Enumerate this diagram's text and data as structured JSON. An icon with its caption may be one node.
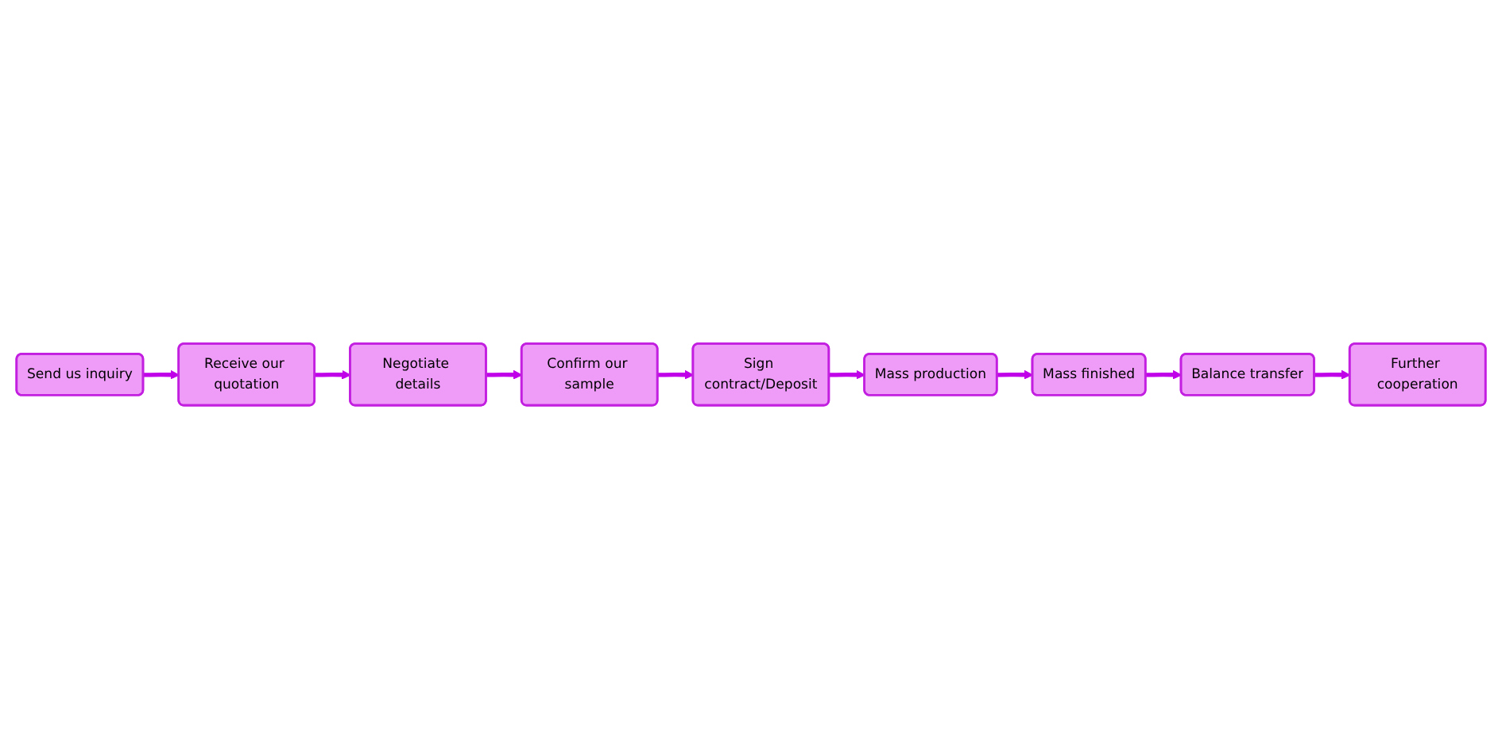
{
  "diagram": {
    "nodes": [
      {
        "text": [
          "Send us inquiry"
        ]
      },
      {
        "text": [
          "Receive our quotation"
        ]
      },
      {
        "text": [
          "Negotiate details"
        ]
      },
      {
        "text": [
          "Confirm our sample"
        ]
      },
      {
        "text": [
          "Sign contract/Deposit"
        ]
      },
      {
        "text": [
          "Mass production"
        ]
      },
      {
        "text": [
          "Mass finished"
        ]
      },
      {
        "text": [
          "Balance transfer"
        ]
      },
      {
        "text": [
          "Further cooperation"
        ]
      }
    ],
    "edges": [
      {
        "from": 0,
        "to": 1,
        "arrow": "to"
      },
      {
        "from": 1,
        "to": 2,
        "arrow": "to"
      },
      {
        "from": 2,
        "to": 3,
        "arrow": "to"
      },
      {
        "from": 3,
        "to": 4,
        "arrow": "to"
      },
      {
        "from": 4,
        "to": 5,
        "arrow": "to"
      },
      {
        "from": 5,
        "to": 6,
        "arrow": "to"
      },
      {
        "from": 6,
        "to": 7,
        "arrow": "to"
      },
      {
        "from": 7,
        "to": 8,
        "arrow": "to"
      }
    ]
  }
}
